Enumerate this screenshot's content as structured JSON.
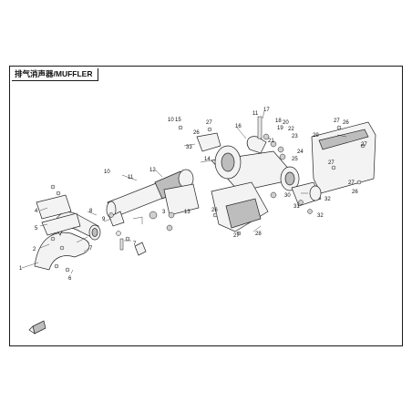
{
  "header": {
    "title": "排气消声器/MUFFLER"
  },
  "callouts": [
    {
      "id": "c1",
      "label": "1"
    },
    {
      "id": "c2",
      "label": "2"
    },
    {
      "id": "c3",
      "label": "3"
    },
    {
      "id": "c4",
      "label": "4"
    },
    {
      "id": "c5",
      "label": "5"
    },
    {
      "id": "c6",
      "label": "6"
    },
    {
      "id": "c7a",
      "label": "7"
    },
    {
      "id": "c7b",
      "label": "7"
    },
    {
      "id": "c8",
      "label": "8"
    },
    {
      "id": "c9",
      "label": "9"
    },
    {
      "id": "c10a",
      "label": "10"
    },
    {
      "id": "c10b",
      "label": "10"
    },
    {
      "id": "c11a",
      "label": "11"
    },
    {
      "id": "c11b",
      "label": "11"
    },
    {
      "id": "c12",
      "label": "12"
    },
    {
      "id": "c13",
      "label": "13"
    },
    {
      "id": "c14",
      "label": "14"
    },
    {
      "id": "c15",
      "label": "15"
    },
    {
      "id": "c16",
      "label": "16"
    },
    {
      "id": "c17",
      "label": "17"
    },
    {
      "id": "c18",
      "label": "18"
    },
    {
      "id": "c19",
      "label": "19"
    },
    {
      "id": "c20",
      "label": "20"
    },
    {
      "id": "c21",
      "label": "21"
    },
    {
      "id": "c22",
      "label": "22"
    },
    {
      "id": "c23",
      "label": "23"
    },
    {
      "id": "c24",
      "label": "24"
    },
    {
      "id": "c25",
      "label": "25"
    },
    {
      "id": "c26a",
      "label": "26"
    },
    {
      "id": "c26b",
      "label": "26"
    },
    {
      "id": "c26c",
      "label": "26"
    },
    {
      "id": "c26d",
      "label": "26"
    },
    {
      "id": "c27a",
      "label": "27"
    },
    {
      "id": "c27b",
      "label": "27"
    },
    {
      "id": "c27c",
      "label": "27"
    },
    {
      "id": "c27d",
      "label": "27"
    },
    {
      "id": "c27e",
      "label": "27"
    },
    {
      "id": "c27f",
      "label": "27"
    },
    {
      "id": "c28",
      "label": "28"
    },
    {
      "id": "c29",
      "label": "29"
    },
    {
      "id": "c30",
      "label": "30"
    },
    {
      "id": "c31",
      "label": "31"
    },
    {
      "id": "c32a",
      "label": "32"
    },
    {
      "id": "c32b",
      "label": "32"
    },
    {
      "id": "c33",
      "label": "33"
    }
  ]
}
